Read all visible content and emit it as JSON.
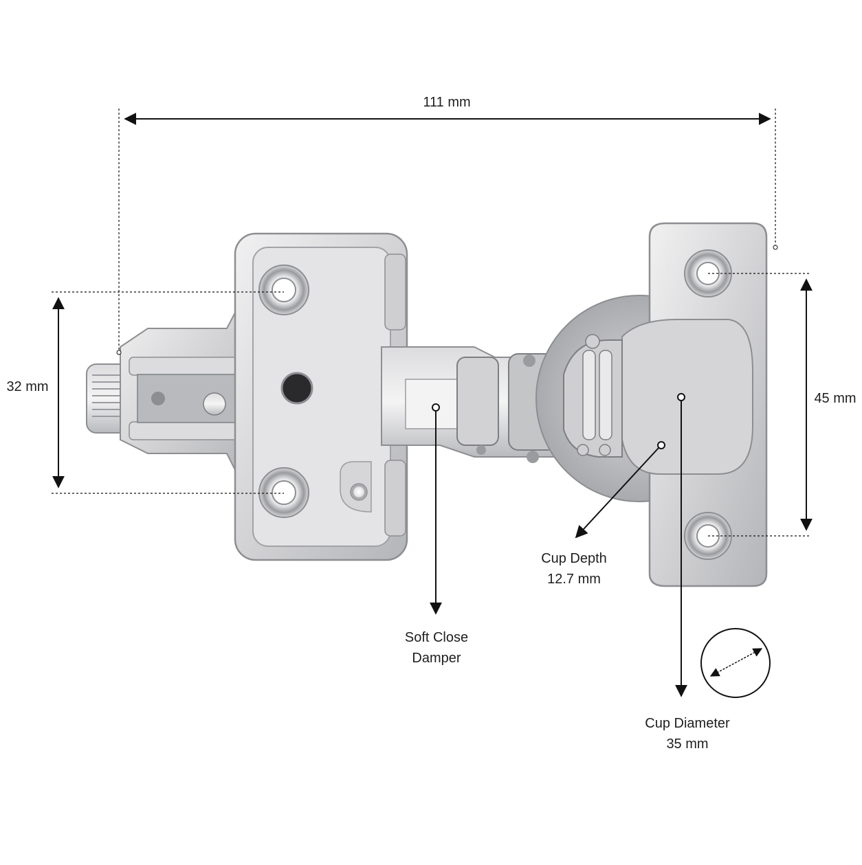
{
  "dimensions": {
    "overall_width": "111 mm",
    "mounting_plate_hole_spacing": "32 mm",
    "cup_hole_spacing": "45 mm"
  },
  "callouts": {
    "soft_close": {
      "line1": "Soft Close",
      "line2": "Damper"
    },
    "cup_depth": {
      "line1": "Cup Depth",
      "line2": "12.7 mm"
    },
    "cup_diameter": {
      "line1": "Cup Diameter",
      "line2": "35 mm"
    }
  },
  "colors": {
    "metal_light": "#e9e9ea",
    "metal_mid": "#c7c7c9",
    "metal_dark": "#8d8e91",
    "line": "#111111"
  },
  "icons": {
    "diameter_symbol": "circle-with-diagonal-arrow-icon"
  }
}
